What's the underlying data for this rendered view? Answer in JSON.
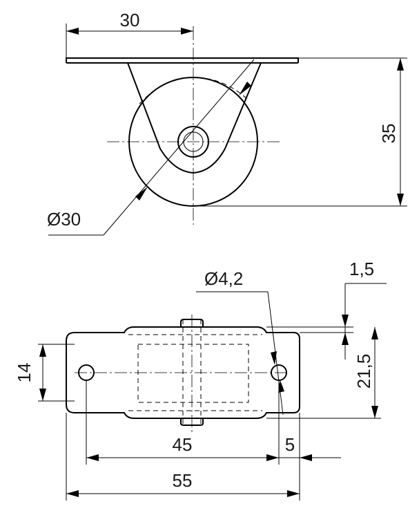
{
  "dimensions": {
    "top_width": "30",
    "height": "35",
    "wheel_diameter": "Ø30",
    "hole_diameter": "Ø4,2",
    "plate_thickness": "1,5",
    "plate_depth": "21,5",
    "hole_spacing_vertical": "14",
    "hole_spacing": "45",
    "edge_distance": "5",
    "overall_length": "55"
  }
}
